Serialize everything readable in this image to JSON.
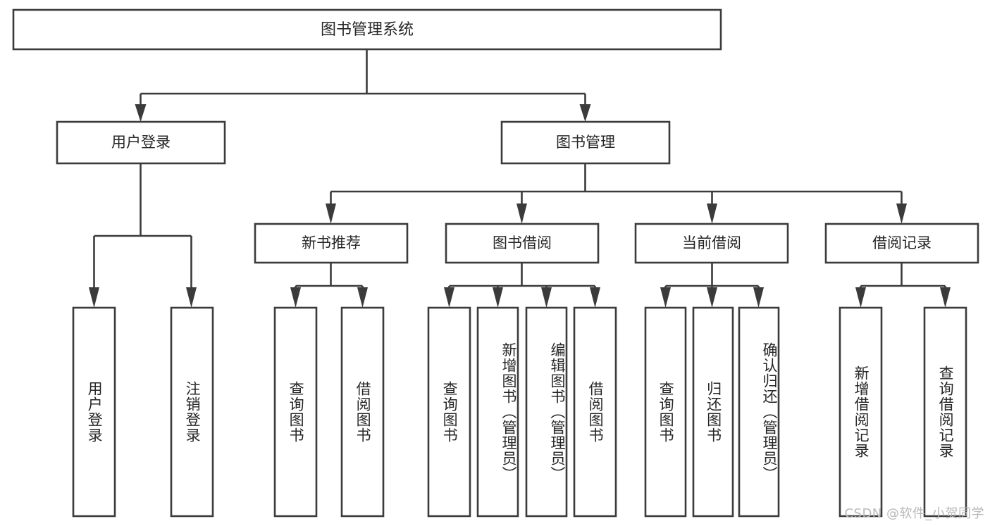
{
  "diagram": {
    "title": "图书管理系统",
    "type": "tree",
    "watermark": "CSDN @软件_小贺同学",
    "colors": {
      "box_stroke": "#3b3b3b",
      "box_fill": "#ffffff",
      "text": "#262626",
      "watermark": "#b9b9b9",
      "background": "#ffffff"
    },
    "levels": {
      "root": {
        "label": "图书管理系统"
      },
      "level1": [
        {
          "id": "user-login",
          "label": "用户登录"
        },
        {
          "id": "book-management",
          "label": "图书管理"
        }
      ],
      "level2": [
        {
          "id": "new-book-recommend",
          "label": "新书推荐",
          "parent": "book-management"
        },
        {
          "id": "book-borrow",
          "label": "图书借阅",
          "parent": "book-management"
        },
        {
          "id": "current-borrow",
          "label": "当前借阅",
          "parent": "book-management"
        },
        {
          "id": "borrow-record",
          "label": "借阅记录",
          "parent": "book-management"
        }
      ],
      "leaves": [
        {
          "id": "leaf-user-login",
          "label": "用户登录",
          "parent": "user-login"
        },
        {
          "id": "leaf-logout",
          "label": "注销登录",
          "parent": "user-login"
        },
        {
          "id": "leaf-query-book-1",
          "label": "查询图书",
          "parent": "new-book-recommend"
        },
        {
          "id": "leaf-borrow-book-1",
          "label": "借阅图书",
          "parent": "new-book-recommend"
        },
        {
          "id": "leaf-query-book-2",
          "label": "查询图书",
          "parent": "book-borrow"
        },
        {
          "id": "leaf-add-book",
          "label": "新增图书（管理员）",
          "parent": "book-borrow"
        },
        {
          "id": "leaf-edit-book",
          "label": "编辑图书（管理员）",
          "parent": "book-borrow"
        },
        {
          "id": "leaf-borrow-book-2",
          "label": "借阅图书",
          "parent": "book-borrow"
        },
        {
          "id": "leaf-query-book-3",
          "label": "查询图书",
          "parent": "current-borrow"
        },
        {
          "id": "leaf-return-book",
          "label": "归还图书",
          "parent": "current-borrow"
        },
        {
          "id": "leaf-confirm-return",
          "label": "确认归还（管理员）",
          "parent": "current-borrow"
        },
        {
          "id": "leaf-add-record",
          "label": "新增借阅记录",
          "parent": "borrow-record"
        },
        {
          "id": "leaf-query-record",
          "label": "查询借阅记录",
          "parent": "borrow-record"
        }
      ]
    }
  }
}
